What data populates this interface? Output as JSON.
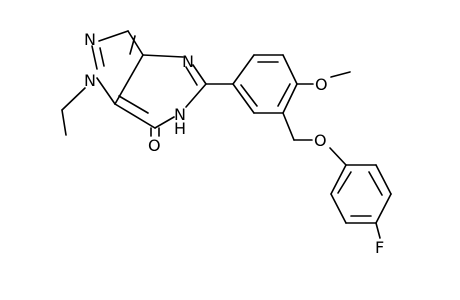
{
  "molecule": {
    "atoms": {
      "n_pyrazole_top": "N",
      "n_pyrazole_ethyl": "N",
      "n_pyrimidine": "N",
      "nh_ring": "N",
      "nh_hydrogen": "H",
      "o_carbonyl": "O",
      "o_methoxy": "O",
      "o_ether": "O",
      "fluorine": "F"
    }
  }
}
